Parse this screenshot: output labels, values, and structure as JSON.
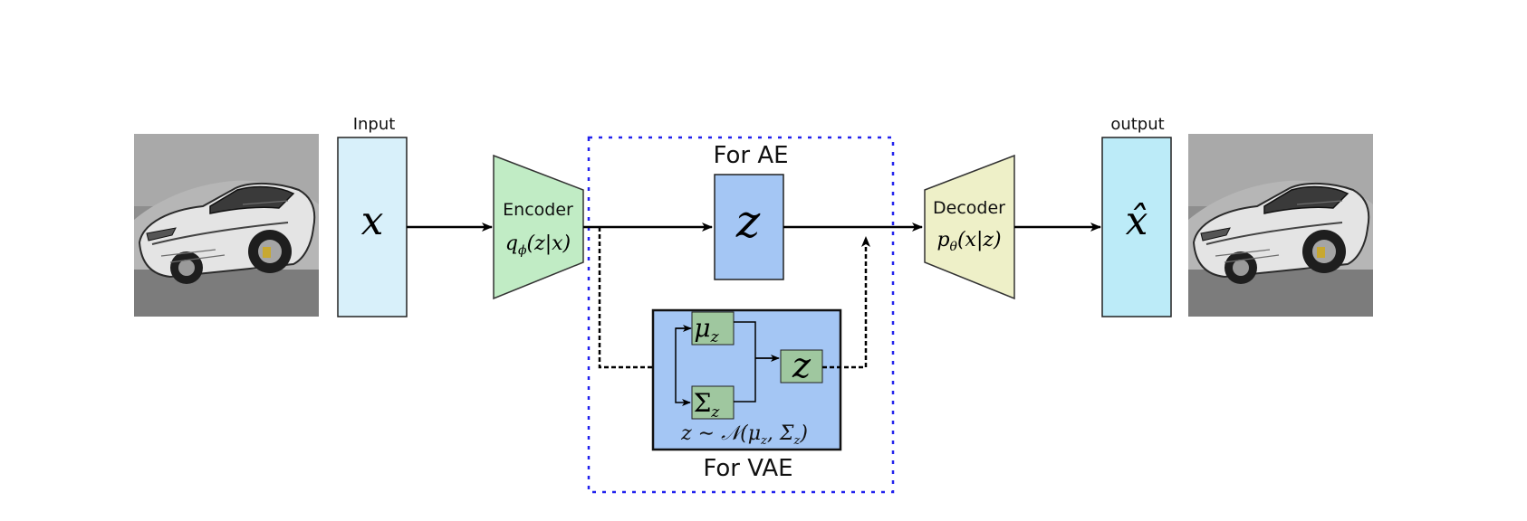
{
  "colors": {
    "input_box": "#d8f0fa",
    "output_box": "#bcebf8",
    "encoder": "#c1ecc5",
    "decoder": "#eef0c8",
    "latent": "#a4c6f4",
    "vae_panel": "#a4c6f4",
    "vae_param": "#9fc79f",
    "dashed_border": "#2222ee",
    "arrow": "#000000"
  },
  "images": {
    "input": {
      "name": "sports-car-sketch-input"
    },
    "output": {
      "name": "sports-car-sketch-output"
    }
  },
  "input": {
    "caption": "Input",
    "symbol": "x"
  },
  "encoder": {
    "label": "Encoder",
    "formula_q": "q",
    "formula_sub": "ϕ",
    "formula_args": "(z|x)"
  },
  "ae": {
    "caption": "For AE",
    "symbol": "z"
  },
  "vae": {
    "caption": "For VAE",
    "mu": "μ",
    "mu_sub": "z",
    "sigma": "Σ",
    "sigma_sub": "z",
    "z": "z",
    "formula_lhs": "z ∼ 𝒩(μ",
    "formula_sub1": "z",
    "formula_mid": ", Σ",
    "formula_sub2": "z",
    "formula_end": ")"
  },
  "decoder": {
    "label": "Decoder",
    "formula_p": "p",
    "formula_sub": "θ",
    "formula_args": "(x|z)"
  },
  "output": {
    "caption": "output",
    "symbol": "x̂"
  }
}
